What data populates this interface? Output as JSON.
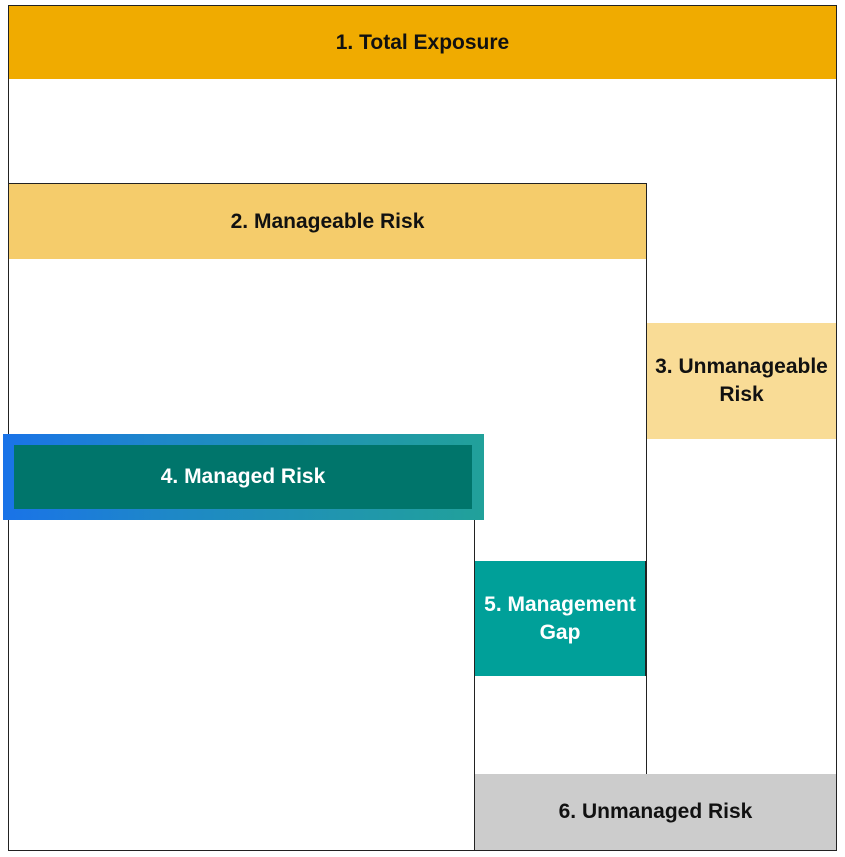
{
  "diagram": {
    "total_exposure": {
      "label": "1. Total Exposure",
      "color": "#f0ab00"
    },
    "manageable_risk": {
      "label": "2. Manageable Risk",
      "color": "#f5cc6b"
    },
    "unmanageable_risk": {
      "label": "3. Unmanageable Risk",
      "color": "#f9dc96"
    },
    "managed_risk": {
      "label": "4. Managed Risk",
      "color": "#00756b",
      "highlight_gradient": [
        "#1a73e8",
        "#21a19a"
      ]
    },
    "management_gap": {
      "label": "5. Management Gap",
      "color": "#00a099"
    },
    "unmanaged_risk": {
      "label": "6. Unmanaged Risk",
      "color": "#cccccc"
    }
  }
}
